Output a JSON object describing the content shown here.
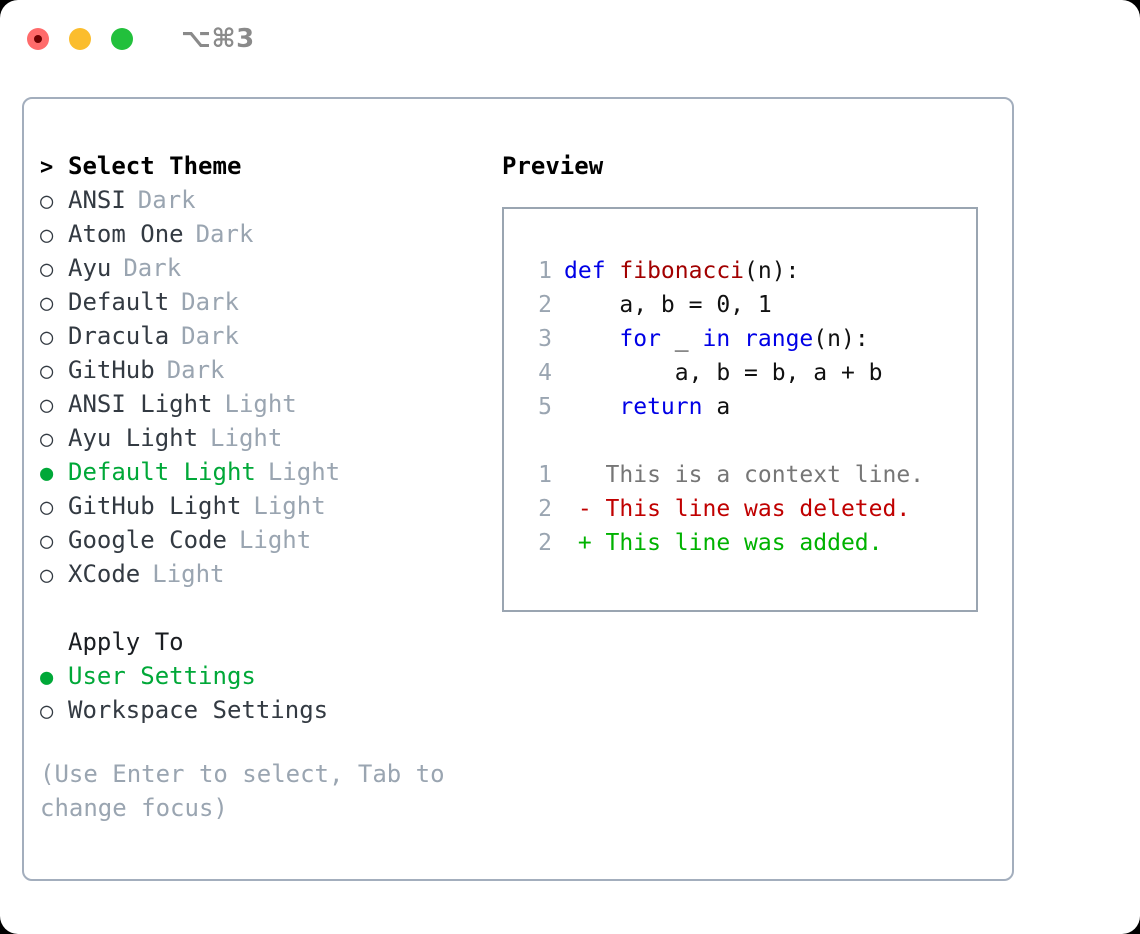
{
  "window": {
    "traffic_lights": [
      "close",
      "minimize",
      "zoom"
    ],
    "shortcut": "⌥⌘3"
  },
  "left_pane": {
    "heading_marker": ">",
    "heading": "Select Theme",
    "marker_unselected": "○",
    "marker_selected": "●",
    "themes": [
      {
        "label": "ANSI",
        "kind": "Dark",
        "selected": false
      },
      {
        "label": "Atom One",
        "kind": "Dark",
        "selected": false
      },
      {
        "label": "Ayu",
        "kind": "Dark",
        "selected": false
      },
      {
        "label": "Default",
        "kind": "Dark",
        "selected": false
      },
      {
        "label": "Dracula",
        "kind": "Dark",
        "selected": false
      },
      {
        "label": "GitHub",
        "kind": "Dark",
        "selected": false
      },
      {
        "label": "ANSI Light",
        "kind": "Light",
        "selected": false
      },
      {
        "label": "Ayu Light",
        "kind": "Light",
        "selected": false
      },
      {
        "label": "Default Light",
        "kind": "Light",
        "selected": true
      },
      {
        "label": "GitHub Light",
        "kind": "Light",
        "selected": false
      },
      {
        "label": "Google Code",
        "kind": "Light",
        "selected": false
      },
      {
        "label": "XCode",
        "kind": "Light",
        "selected": false
      }
    ],
    "apply_to_title": "Apply To",
    "apply_to": [
      {
        "label": "User Settings",
        "selected": true
      },
      {
        "label": "Workspace Settings",
        "selected": false
      }
    ],
    "hint": "(Use Enter to select, Tab to change focus)"
  },
  "right_pane": {
    "title": "Preview",
    "code_lines": [
      {
        "num": "1",
        "tokens": [
          {
            "t": "def ",
            "c": "kw"
          },
          {
            "t": "fibonacci",
            "c": "fn"
          },
          {
            "t": "(n):",
            "c": "plain"
          }
        ]
      },
      {
        "num": "2",
        "tokens": [
          {
            "t": "    a, b = 0, 1",
            "c": "plain"
          }
        ]
      },
      {
        "num": "3",
        "tokens": [
          {
            "t": "    ",
            "c": "plain"
          },
          {
            "t": "for",
            "c": "kw"
          },
          {
            "t": " _ ",
            "c": "plain"
          },
          {
            "t": "in",
            "c": "kw"
          },
          {
            "t": " ",
            "c": "plain"
          },
          {
            "t": "range",
            "c": "kw"
          },
          {
            "t": "(n):",
            "c": "plain"
          }
        ]
      },
      {
        "num": "4",
        "tokens": [
          {
            "t": "        a, b = b, a + b",
            "c": "plain"
          }
        ]
      },
      {
        "num": "5",
        "tokens": [
          {
            "t": "    ",
            "c": "plain"
          },
          {
            "t": "return",
            "c": "kw"
          },
          {
            "t": " a",
            "c": "plain"
          }
        ]
      }
    ],
    "diff_lines": [
      {
        "num": "1",
        "tokens": [
          {
            "t": "   This is a context line.",
            "c": "ctx"
          }
        ]
      },
      {
        "num": "2",
        "tokens": [
          {
            "t": " - This line was deleted.",
            "c": "del"
          }
        ]
      },
      {
        "num": "2",
        "tokens": [
          {
            "t": " + This line was added.",
            "c": "add"
          }
        ]
      }
    ]
  },
  "colors": {
    "accent_green": "#00a838",
    "muted": "#9aa5b1",
    "keyword_blue": "#0000e6",
    "function_red": "#a20000",
    "diff_delete": "#c00000",
    "diff_add": "#00b200",
    "panel_border": "#a3aebd",
    "dot_red": "#ff6b6b",
    "dot_yellow": "#fbbd2d",
    "dot_green": "#22c03c"
  }
}
